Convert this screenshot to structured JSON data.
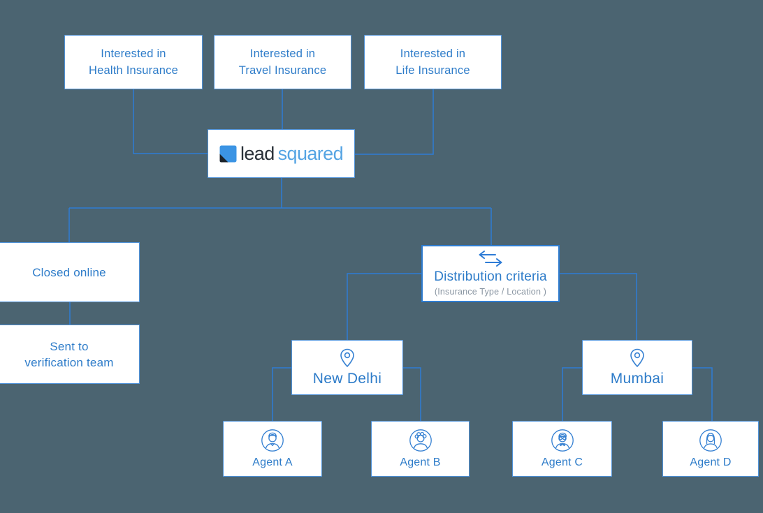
{
  "colors": {
    "background": "#4B6471",
    "connector_blue": "#2E7CD6",
    "box_border_blue": "#4F92D9",
    "text_blue": "#2E7CC9",
    "subtext_gray": "#8B97A3",
    "logo_dark": "#2A3139",
    "logo_light_blue": "#55A4E3",
    "logo_square_blue": "#3B94E4",
    "box_fill": "#FFFFFF"
  },
  "nodes": {
    "health": {
      "line1": "Interested in",
      "line2": "Health Insurance"
    },
    "travel": {
      "line1": "Interested in",
      "line2": "Travel Insurance"
    },
    "life": {
      "line1": "Interested in",
      "line2": "Life Insurance"
    },
    "logo": {
      "word_dark": "lead",
      "word_light": "squared"
    },
    "closed_online": {
      "label": "Closed online"
    },
    "sent_verification": {
      "line1": "Sent to",
      "line2": "verification team"
    },
    "distribution": {
      "title": "Distribution criteria",
      "subtitle": "(Insurance Type / Location )"
    },
    "new_delhi": {
      "label": "New Delhi"
    },
    "mumbai": {
      "label": "Mumbai"
    },
    "agent_a": {
      "label": "Agent A"
    },
    "agent_b": {
      "label": "Agent B"
    },
    "agent_c": {
      "label": "Agent C"
    },
    "agent_d": {
      "label": "Agent D"
    }
  },
  "edges": [
    {
      "from": "health",
      "to": "logo"
    },
    {
      "from": "travel",
      "to": "logo"
    },
    {
      "from": "life",
      "to": "logo"
    },
    {
      "from": "logo",
      "to": "closed_online"
    },
    {
      "from": "logo",
      "to": "distribution"
    },
    {
      "from": "closed_online",
      "to": "sent_verification"
    },
    {
      "from": "distribution",
      "to": "new_delhi"
    },
    {
      "from": "distribution",
      "to": "mumbai"
    },
    {
      "from": "new_delhi",
      "to": "agent_a"
    },
    {
      "from": "new_delhi",
      "to": "agent_b"
    },
    {
      "from": "mumbai",
      "to": "agent_c"
    },
    {
      "from": "mumbai",
      "to": "agent_d"
    }
  ],
  "icons": {
    "logo": "leadsquared-logo-icon",
    "distribution": "swap-arrows-icon",
    "cities": "location-pin-icon",
    "agent_a": "male-avatar-icon",
    "agent_b": "female-curly-avatar-icon",
    "agent_c": "male-glasses-avatar-icon",
    "agent_d": "female-longhair-avatar-icon"
  }
}
